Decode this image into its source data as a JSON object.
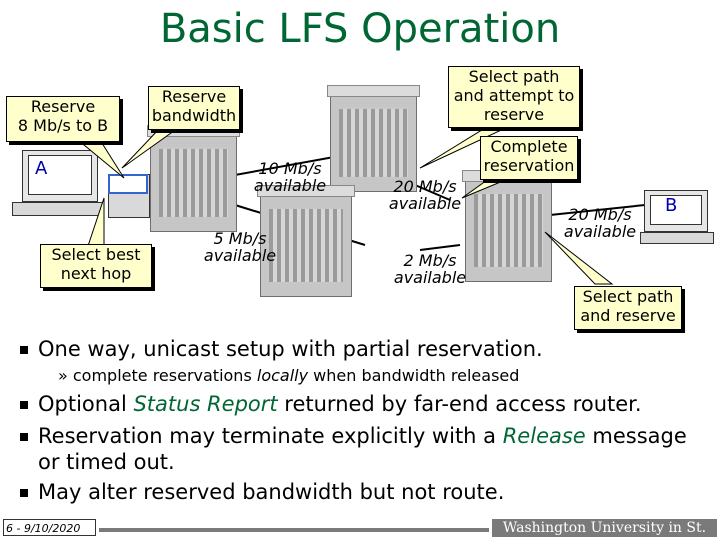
{
  "slide": {
    "title": "Basic LFS Operation",
    "callouts": {
      "reserve_to_b": "Reserve\n8 Mb/s to B",
      "reserve_bandwidth": "Reserve\nbandwidth",
      "select_attempt": "Select path\nand attempt to\nreserve",
      "complete_reservation": "Complete\nreservation",
      "select_best_next_hop": "Select best\nnext hop",
      "select_and_reserve": "Select path\nand reserve"
    },
    "link_labels": {
      "l10": "10 Mb/s\navailable",
      "l5": "5 Mb/s\navailable",
      "l20": "20 Mb/s\navailable",
      "l2": "2 Mb/s\navailable",
      "l20b": "20 Mb/s\navailable"
    },
    "hosts": {
      "a": "A",
      "b": "B"
    },
    "bullets": {
      "b1": "One way, unicast setup with partial reservation.",
      "sub_pre": "» complete reservations ",
      "sub_italic": "locally",
      "sub_post": " when bandwidth released",
      "b2_pre": "Optional ",
      "b2_it": "Status Report",
      "b2_post": " returned by far-end access router.",
      "b3_pre": "Reservation may terminate explicitly with a ",
      "b3_it": "Release",
      "b3_post": " message",
      "b3_cont": "or timed out.",
      "b4": "May alter reserved bandwidth but not route."
    },
    "footer": {
      "left": "6 - 9/10/2020",
      "right": "Washington University in St. Louis"
    },
    "colors": {
      "title": "#006633",
      "emphasis": "#006633",
      "callout_fill": "#ffffcc"
    }
  }
}
